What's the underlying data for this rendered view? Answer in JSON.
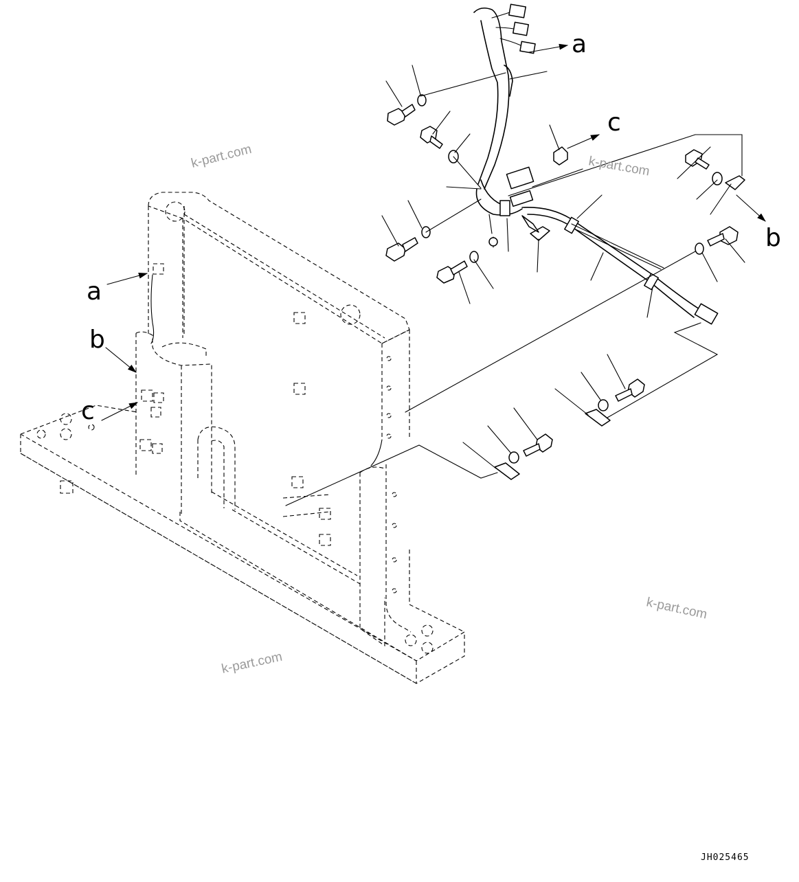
{
  "diagram": {
    "drawing_code": "JH025465",
    "watermark": "k-part.com",
    "reference_labels": {
      "a": "a",
      "b": "b",
      "c": "c"
    }
  }
}
